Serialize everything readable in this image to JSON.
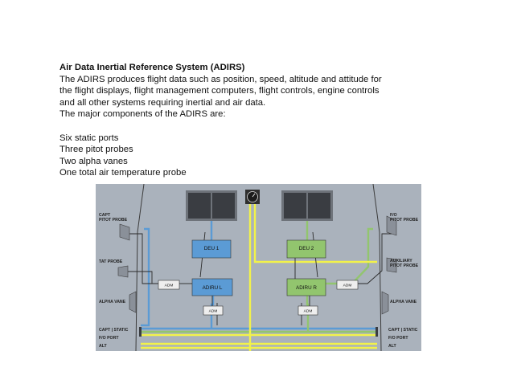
{
  "document": {
    "title": "Air Data Inertial Reference System (ADIRS)",
    "paragraph_lines": [
      "The ADIRS produces flight data such as position, speed, altitude and attitude for",
      "the flight displays, flight management computers, flight controls, engine controls",
      "and all other systems requiring inertial and air data.",
      "The major components of the ADIRS are:"
    ],
    "components": [
      "Six static ports",
      "Three pitot probes",
      "Two alpha vanes",
      "One total air temperature probe"
    ]
  },
  "diagram": {
    "left_labels": {
      "capt": "CAPT",
      "pitot_probe": "PITOT PROBE",
      "tat_probe": "TAT PROBE",
      "alpha_vane": "ALPHA VANE",
      "static": "CAPT | STATIC",
      "fo_port": "F/O    PORT",
      "alt": "ALT"
    },
    "right_labels": {
      "fo": "F/O",
      "pitot_probe": "PITOT PROBE",
      "auxiliary": "AUXILIARY",
      "aux_pitot_probe": "PITOT PROBE",
      "alpha_vane": "ALPHA VANE",
      "static": "CAPT | STATIC",
      "fo_port": "F/O    PORT",
      "alt": "ALT"
    },
    "boxes": {
      "deu1": "DEU 1",
      "deu2": "DEU 2",
      "adiru_l": "ADIRU L",
      "adiru_r": "ADIRU R",
      "adm": "ADM"
    },
    "colors": {
      "background": "#aab2bc",
      "blue": "#5b9bd5",
      "green": "#92c56e",
      "yellow": "#f2f24a",
      "display": "#3a3d42"
    }
  }
}
